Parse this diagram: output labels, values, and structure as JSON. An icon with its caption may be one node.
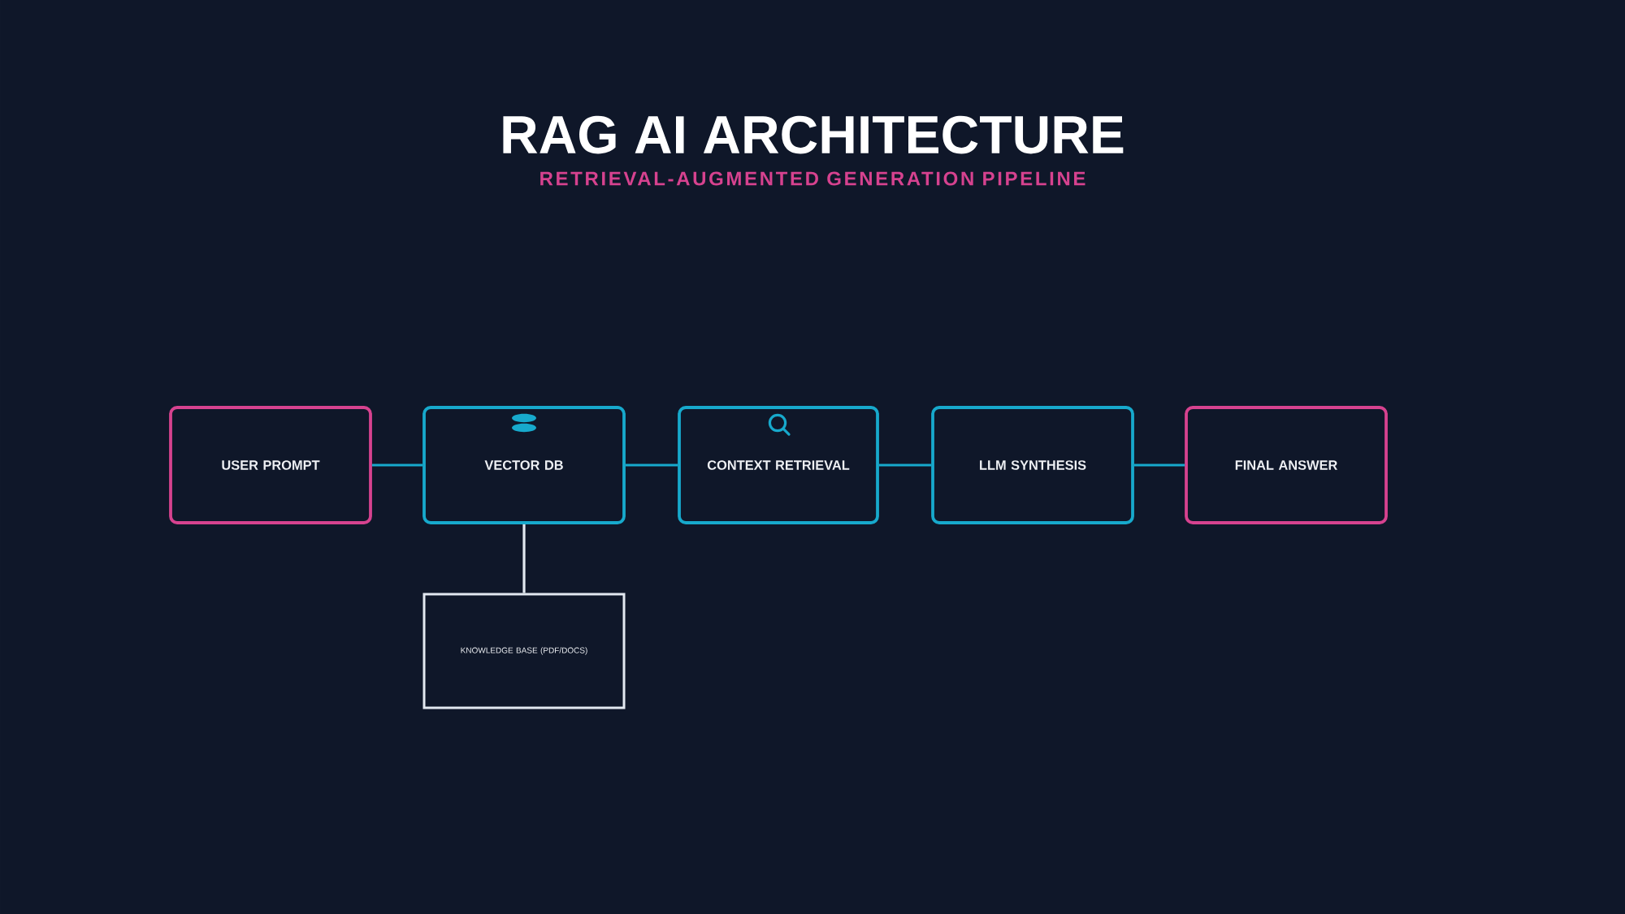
{
  "diagram": {
    "title": "RAG AI ARCHITECTURE",
    "nodes": [
      {
        "text": [
          "USER PROMPT"
        ]
      },
      {
        "text": [
          "VECTOR DB"
        ]
      },
      {
        "text": [
          "CONTEXT RETRIEVAL"
        ]
      },
      {
        "text": [
          "LLM SYNTHESIS"
        ]
      },
      {
        "text": [
          "FINAL ANSWER"
        ]
      },
      {
        "text": [
          "KNOWLEDGE BASE (PDF/DOCS)"
        ]
      }
    ],
    "edges": [
      {
        "from": 0,
        "to": 1,
        "arrow": "none"
      },
      {
        "from": 1,
        "to": 2,
        "arrow": "none"
      },
      {
        "from": 2,
        "to": 3,
        "arrow": "none"
      },
      {
        "from": 3,
        "to": 4,
        "arrow": "none"
      },
      {
        "from": 1,
        "to": 5,
        "arrow": "none",
        "color": "#e2e8f0"
      }
    ],
    "labels": [
      "RETRIEVAL-AUGMENTED GENERATION PIPELINE"
    ]
  }
}
